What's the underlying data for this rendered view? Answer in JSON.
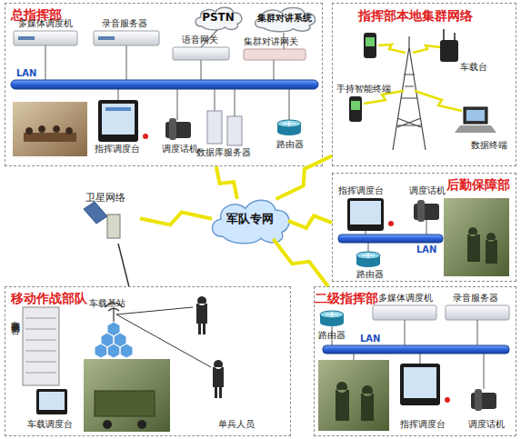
{
  "diagram": {
    "nodes": [
      {
        "text": [
          "总指挥部"
        ]
      },
      {
        "text": [
          "PSTN"
        ],
        "in": 0
      },
      {
        "text": [
          "集群对讲系统"
        ],
        "in": 0
      },
      {
        "text": [
          "指挥部本地集群网络"
        ]
      },
      {
        "text": [
          "卫星网络"
        ]
      },
      {
        "text": [
          "军队专网"
        ]
      },
      {
        "text": [
          "后勤保障部"
        ]
      },
      {
        "text": [
          "移动作战部队"
        ]
      },
      {
        "text": [
          "二级指挥部"
        ]
      }
    ],
    "edges": [
      {
        "from": 0,
        "to": 5,
        "arrow": "none"
      },
      {
        "from": 3,
        "to": 5,
        "arrow": "none"
      },
      {
        "from": 4,
        "to": 5,
        "arrow": "none"
      },
      {
        "from": 6,
        "to": 5,
        "arrow": "none"
      },
      {
        "from": 8,
        "to": 5,
        "arrow": "none"
      },
      {
        "from": 4,
        "to": 7,
        "arrow": "none"
      }
    ],
    "labels": [
      "多媒体调度机",
      "录音服务器",
      "语音网关",
      "集群对讲网关",
      "LAN",
      "指挥调度台",
      "调度话机",
      "数据库服务器",
      "路由器",
      "车载台",
      "手持智能终端",
      "数据终端",
      "指挥调度台",
      "调度话机",
      "LAN",
      "路由器",
      "车载基站",
      "车载调度平台",
      "车载调度台",
      "单兵人员",
      "多媒体调度机",
      "录音服务器",
      "路由器",
      "LAN",
      "指挥调度台",
      "调度话机"
    ]
  }
}
